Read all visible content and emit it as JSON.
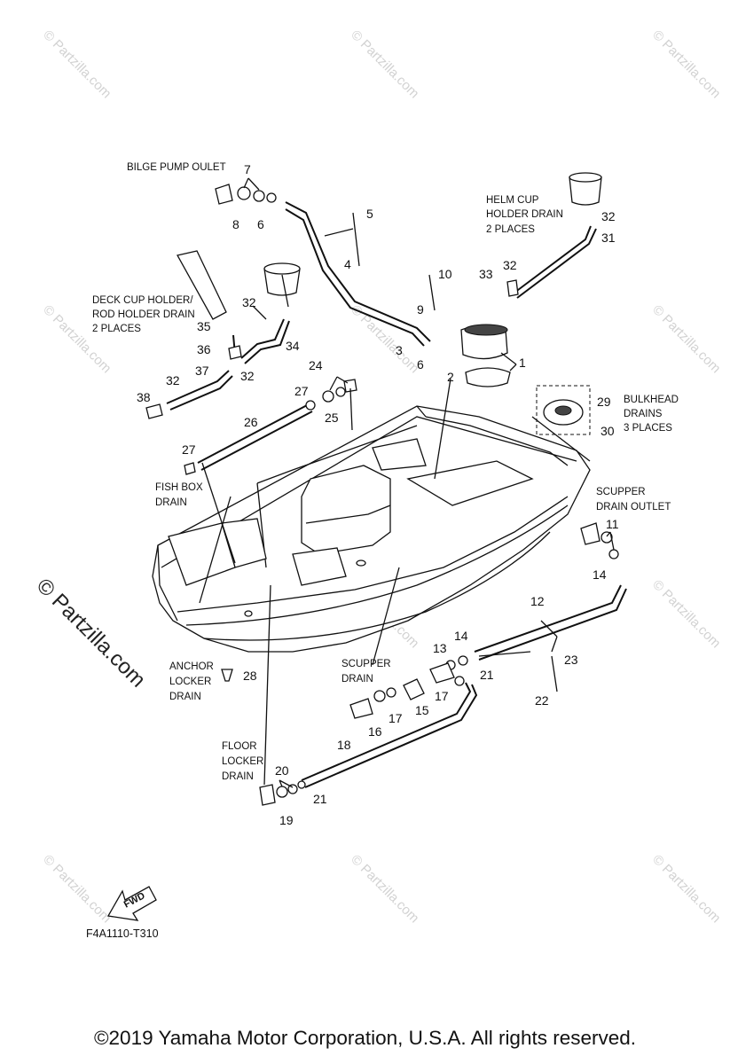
{
  "watermark": {
    "text": "© Partzilla.com",
    "side_text": "© Partzilla.com"
  },
  "labels": {
    "bilge_pump_outlet": "BILGE PUMP OULET",
    "helm_cup": [
      "HELM CUP",
      "HOLDER DRAIN",
      "2 PLACES"
    ],
    "deck_cup": [
      "DECK CUP HOLDER/",
      "ROD HOLDER DRAIN",
      "2 PLACES"
    ],
    "bulkhead": [
      "BULKHEAD",
      "DRAINS",
      "3 PLACES"
    ],
    "fish_box": [
      "FISH BOX",
      "DRAIN"
    ],
    "scupper_outlet": [
      "SCUPPER",
      "DRAIN OUTLET"
    ],
    "anchor_locker": [
      "ANCHOR",
      "LOCKER",
      "DRAIN"
    ],
    "scupper_drain": [
      "SCUPPER",
      "DRAIN"
    ],
    "floor_locker": [
      "FLOOR",
      "LOCKER",
      "DRAIN"
    ],
    "fwd": "FWD"
  },
  "part_numbers": [
    "7",
    "8",
    "6",
    "5",
    "4",
    "32",
    "31",
    "33",
    "32",
    "10",
    "9",
    "3",
    "6",
    "2",
    "1",
    "35",
    "32",
    "36",
    "34",
    "32",
    "37",
    "32",
    "38",
    "24",
    "27",
    "25",
    "26",
    "27",
    "29",
    "30",
    "11",
    "14",
    "12",
    "14",
    "13",
    "23",
    "21",
    "17",
    "22",
    "15",
    "16",
    "17",
    "28",
    "18",
    "20",
    "21",
    "19"
  ],
  "diagram_code": "F4A1110-T310",
  "copyright": "©2019  Yamaha Motor Corporation, U.S.A. All rights reserved."
}
